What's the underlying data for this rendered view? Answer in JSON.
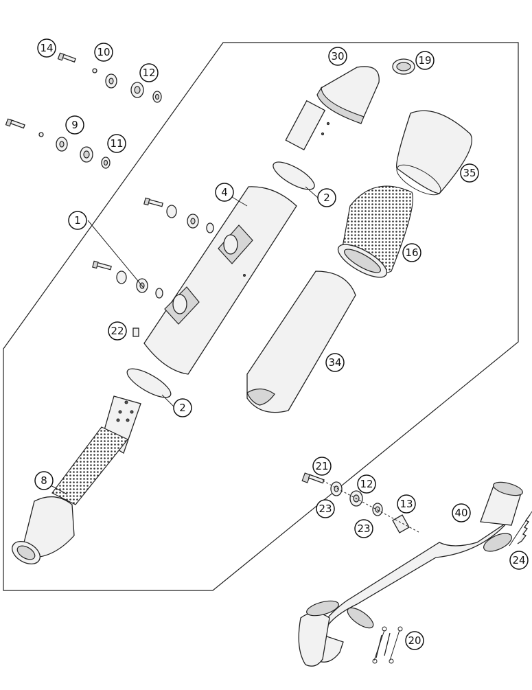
{
  "callouts": [
    {
      "id": "c1",
      "label": "1"
    },
    {
      "id": "c2a",
      "label": "2"
    },
    {
      "id": "c2b",
      "label": "2"
    },
    {
      "id": "c4",
      "label": "4"
    },
    {
      "id": "c8",
      "label": "8"
    },
    {
      "id": "c9",
      "label": "9"
    },
    {
      "id": "c10",
      "label": "10"
    },
    {
      "id": "c11",
      "label": "11"
    },
    {
      "id": "c12a",
      "label": "12"
    },
    {
      "id": "c12b",
      "label": "12"
    },
    {
      "id": "c13",
      "label": "13"
    },
    {
      "id": "c14",
      "label": "14"
    },
    {
      "id": "c16",
      "label": "16"
    },
    {
      "id": "c19",
      "label": "19"
    },
    {
      "id": "c20",
      "label": "20"
    },
    {
      "id": "c21",
      "label": "21"
    },
    {
      "id": "c22",
      "label": "22"
    },
    {
      "id": "c23a",
      "label": "23"
    },
    {
      "id": "c23b",
      "label": "23"
    },
    {
      "id": "c24",
      "label": "24"
    },
    {
      "id": "c30",
      "label": "30"
    },
    {
      "id": "c34",
      "label": "34"
    },
    {
      "id": "c35",
      "label": "35"
    },
    {
      "id": "c40",
      "label": "40"
    }
  ]
}
